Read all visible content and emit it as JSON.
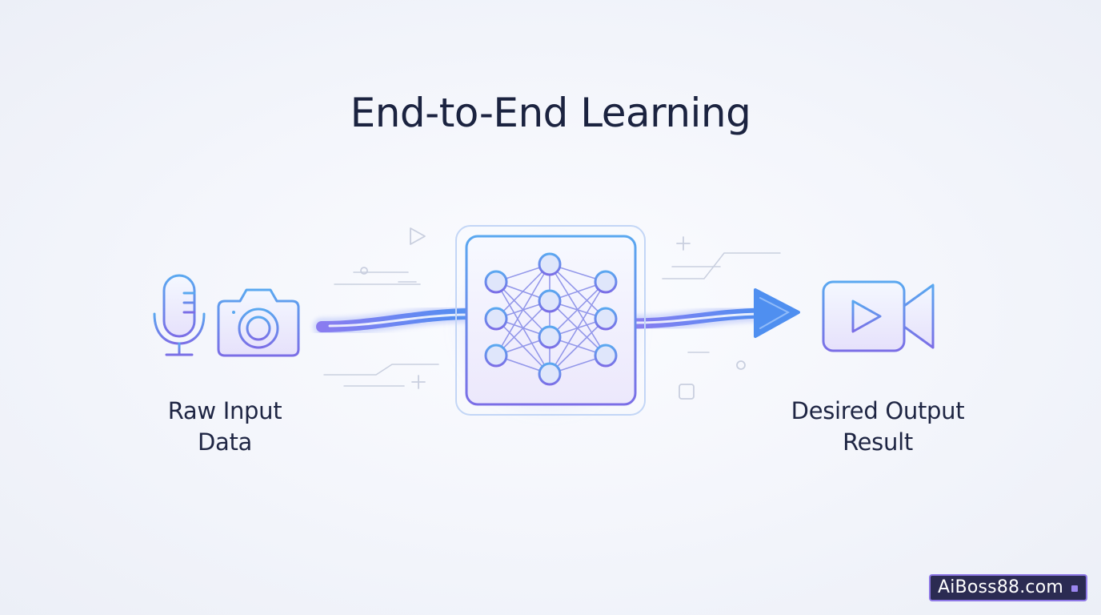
{
  "title": "End-to-End Learning",
  "input": {
    "label_line1": "Raw Input",
    "label_line2": "Data",
    "icons": [
      "microphone-icon",
      "camera-icon"
    ]
  },
  "model": {
    "icon": "neural-network-icon"
  },
  "output": {
    "label_line1": "Desired Output",
    "label_line2": "Result",
    "icon": "video-camera-icon"
  },
  "watermark": {
    "text": "AiBoss88.com"
  },
  "colors": {
    "title": "#1b2340",
    "accent_blue": "#5aa8f0",
    "accent_violet": "#7b6ee6",
    "flow_start": "#8a7cf0",
    "flow_end": "#4f8ff0",
    "watermark_bg": "#2b2b52"
  }
}
